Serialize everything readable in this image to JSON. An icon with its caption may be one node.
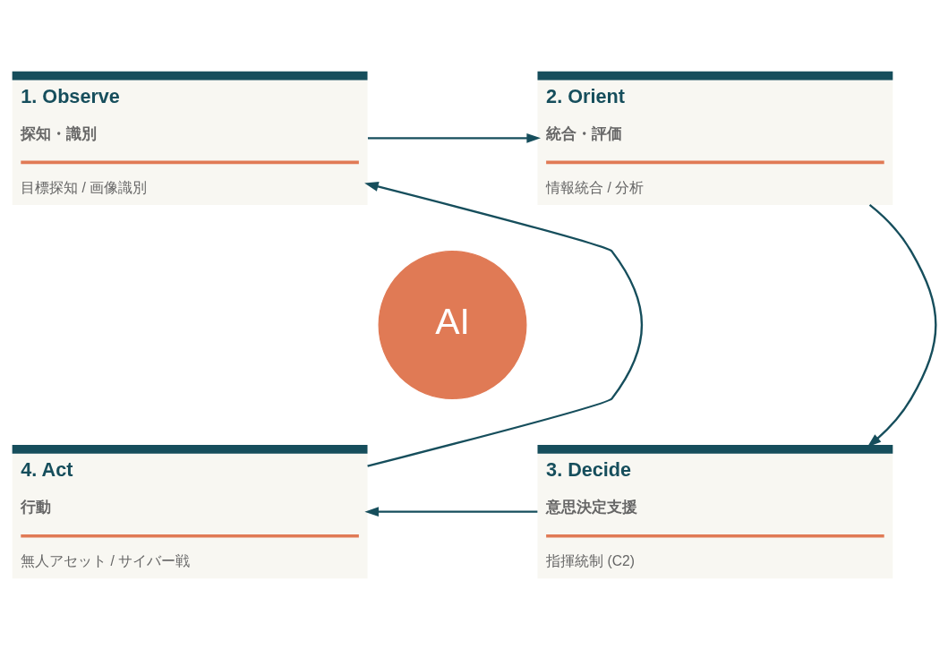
{
  "diagram": {
    "nodes": [
      {
        "text": [
          "1. Observe",
          "探知・識別",
          "目標探知 / 画像識別"
        ]
      },
      {
        "text": [
          "2. Orient",
          "統合・評価",
          "情報統合 / 分析"
        ]
      },
      {
        "text": [
          "3. Decide",
          "意思決定支援",
          "指揮統制 (C2)"
        ]
      },
      {
        "text": [
          "4. Act",
          "行動",
          "無人アセット / サイバー戦"
        ]
      },
      {
        "text": [
          "AI"
        ]
      }
    ],
    "edges": [
      {
        "from": 0,
        "to": 1,
        "arrow": "to"
      },
      {
        "from": 1,
        "to": 2,
        "arrow": "to"
      },
      {
        "from": 2,
        "to": 3,
        "arrow": "to"
      },
      {
        "from": 3,
        "to": 0,
        "arrow": "to"
      }
    ]
  }
}
